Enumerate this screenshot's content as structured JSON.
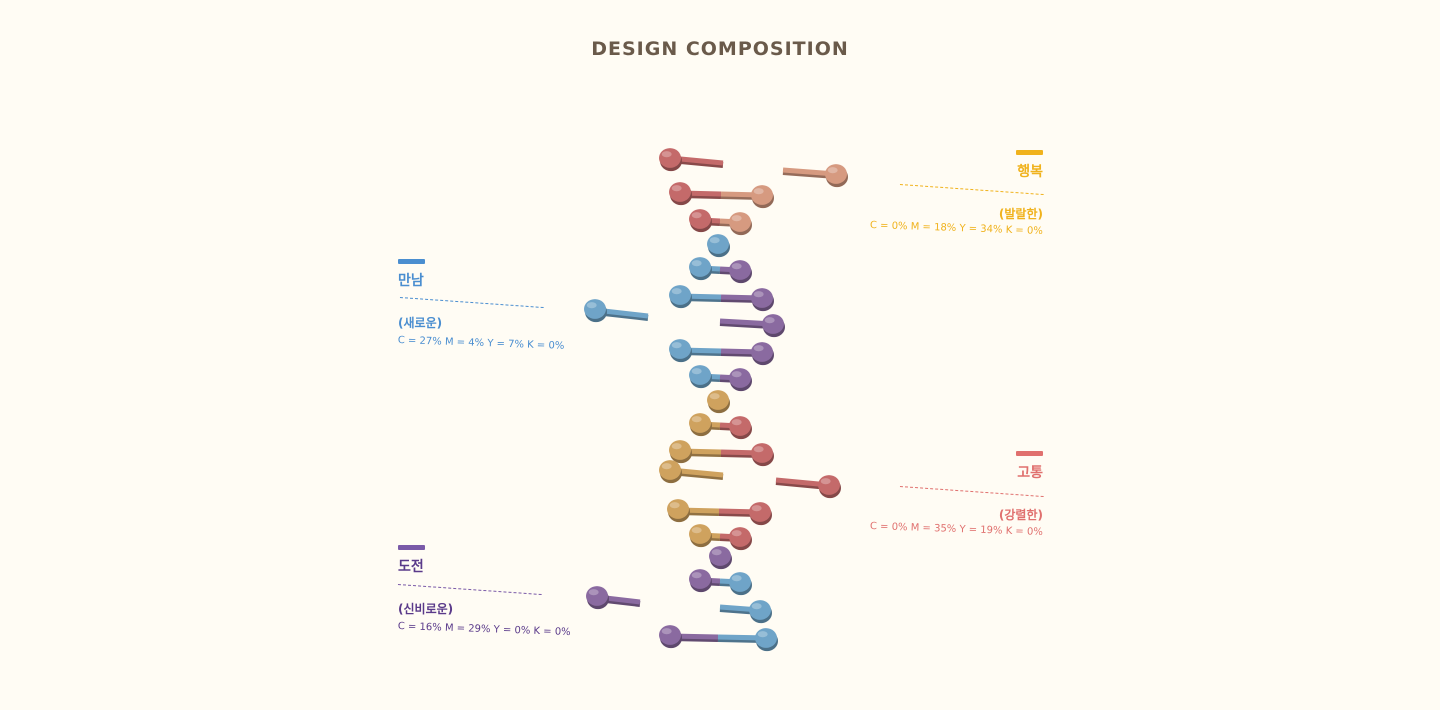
{
  "title": "DESIGN COMPOSITION",
  "colors": {
    "red": "#c46a6a",
    "peach": "#d69a80",
    "blue": "#6fa4c8",
    "purple": "#8a6aa0",
    "gold": "#cfa25e",
    "happy_label": "#f0b21c",
    "meet_label": "#4a8ed0",
    "pain_label": "#e0706e",
    "challenge_label": "#5a3a8a"
  },
  "labels": [
    {
      "key": "happy",
      "word": "행복",
      "adjective": "(발랄한)",
      "cmyk": "C = 0% M = 18% Y = 34% K = 0%"
    },
    {
      "key": "meet",
      "word": "만남",
      "adjective": "(새로운)",
      "cmyk": "C = 27% M = 4% Y = 7% K = 0%"
    },
    {
      "key": "pain",
      "word": "고통",
      "adjective": "(강렬한)",
      "cmyk": "C = 0% M = 35% Y = 19% K = 0%"
    },
    {
      "key": "challenge",
      "word": "도전",
      "adjective": "(신비로운)",
      "cmyk": "C = 16% M = 29% Y = 0% K = 0%"
    }
  ]
}
